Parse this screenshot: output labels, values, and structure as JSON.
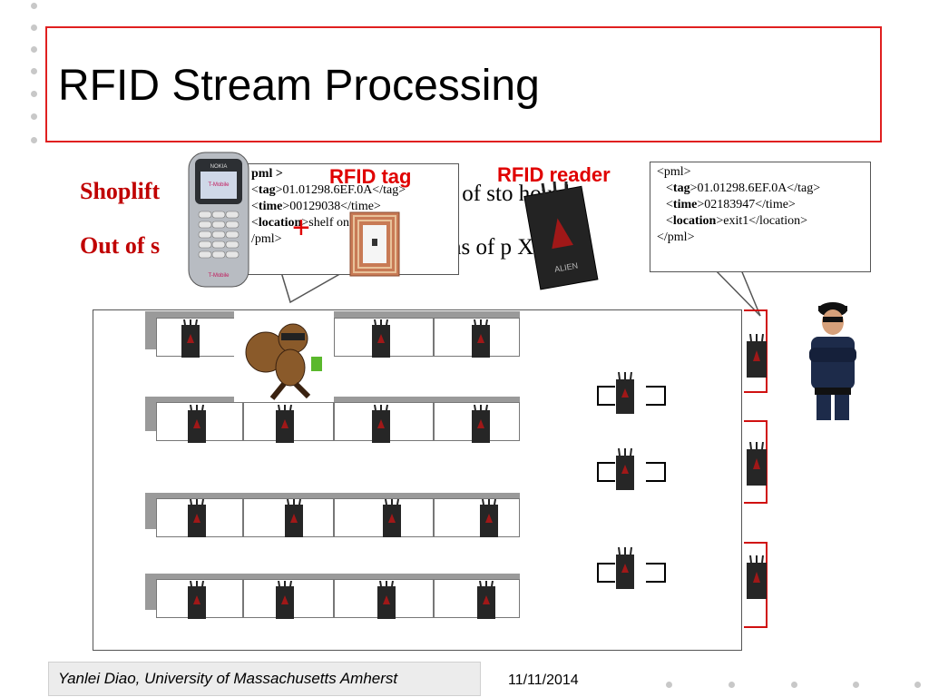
{
  "slide": {
    "title": "RFID Stream Processing",
    "bullets": [
      {
        "label": "Shoplift",
        "text": "t of sto      hout b"
      },
      {
        "label": "Out of s",
        "text": "ns of p       X on"
      }
    ],
    "rfid_tag_label": "RFID tag",
    "rfid_reader_label": "RFID reader",
    "plus_sign": "+"
  },
  "callout_left": {
    "lines": [
      {
        "tag": "pml",
        "open": "pml >",
        "value": ""
      },
      {
        "key": "tag",
        "value": "01.01298.6EF.0A</tag>"
      },
      {
        "key": "time",
        "value": "00129038</time>"
      },
      {
        "key": "location",
        "value": "shelf          on>"
      },
      {
        "close": "/pml>"
      }
    ]
  },
  "callout_right": {
    "open": "<pml>",
    "lines": [
      {
        "key": "tag",
        "value": "01.01298.6EF.0A</tag>"
      },
      {
        "key": "time",
        "value": "02183947</time>"
      },
      {
        "key": "location",
        "value": "exit1</location>"
      }
    ],
    "close": "</pml>"
  },
  "phone": {
    "brand": "NOKIA",
    "carrier": "T-Mobile"
  },
  "reader_brand": "ALIEN",
  "footer": {
    "author": "Yanlei Diao, University of Massachusetts Amherst",
    "date": "11/11/2014"
  },
  "colors": {
    "accent_red": "#e00000",
    "title_border": "#e02020",
    "bullet_red": "#c00000"
  }
}
